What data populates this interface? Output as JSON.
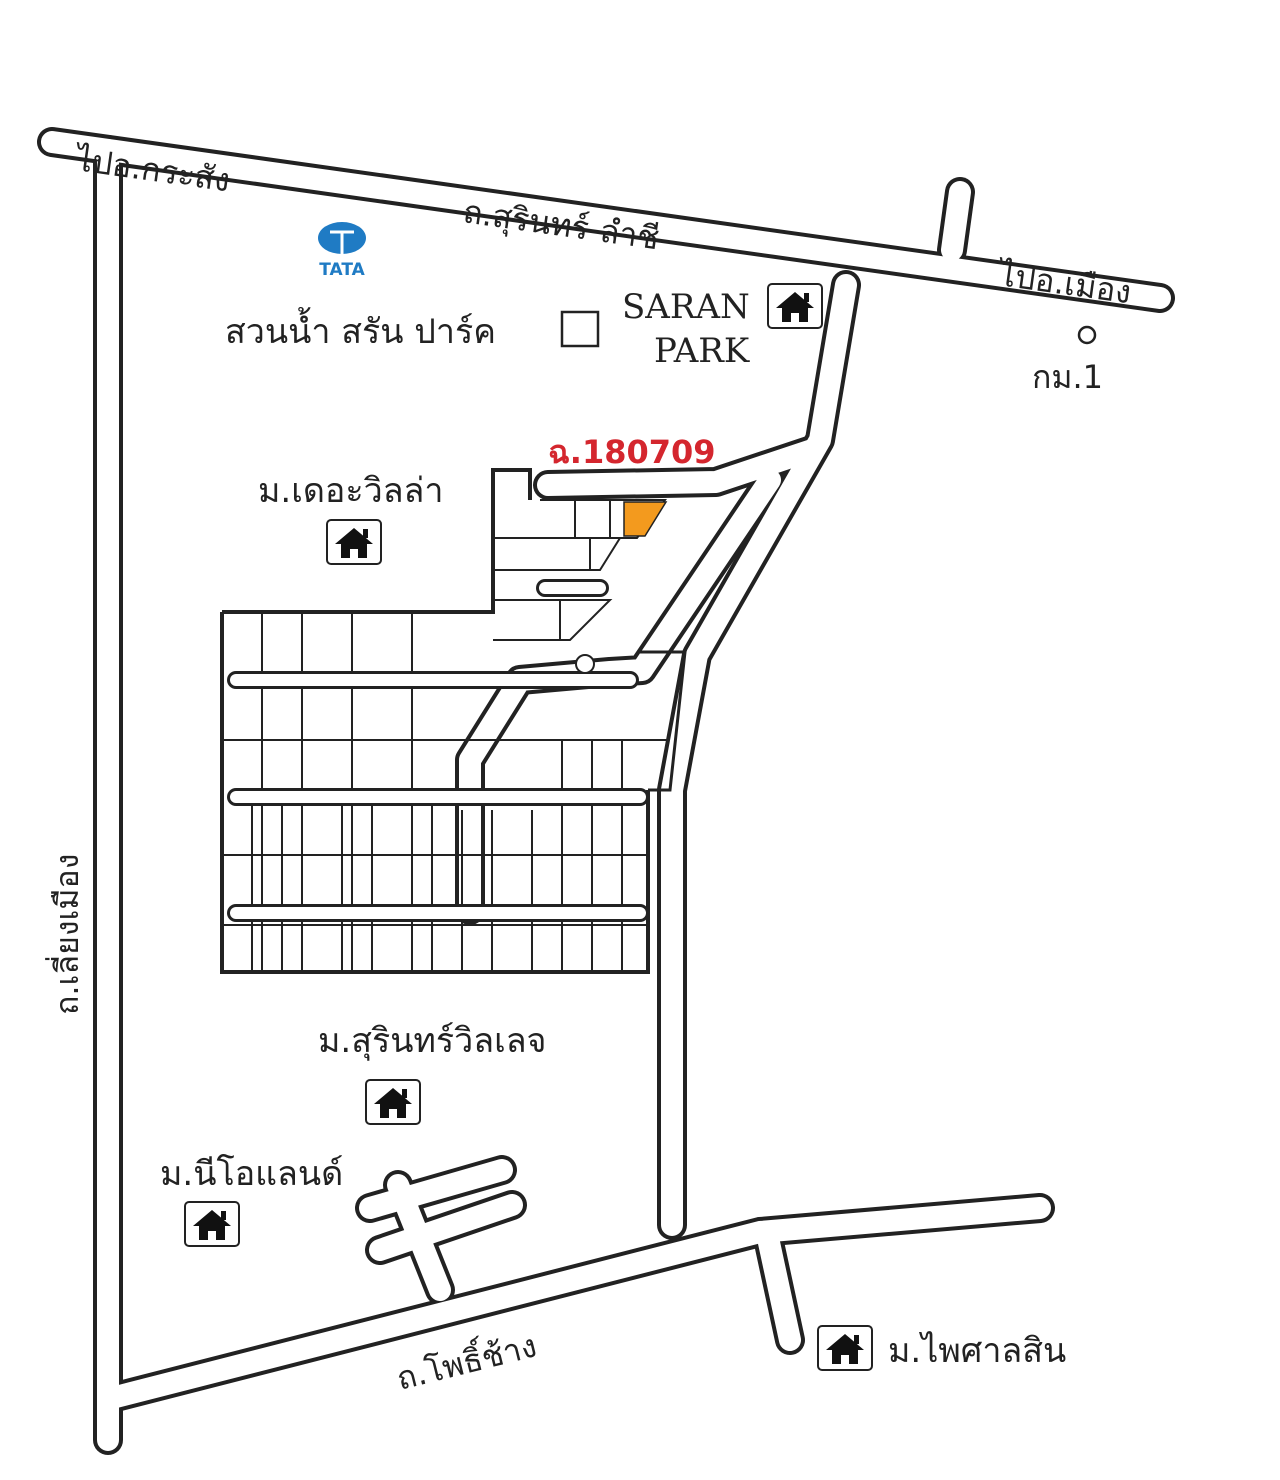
{
  "map": {
    "roads": {
      "top_left_direction": "ไปอ.กระสัง",
      "top_road": "ถ.สุรินทร์-ลำชี",
      "top_right_direction": "ไปอ.เมือง",
      "left_road": "ถ.เลี่ยงเมือง",
      "bottom_road": "ถ.โพธิ์ช้าง",
      "target_road": "ฉ.180709"
    },
    "landmarks": {
      "tata_logo": "TATA",
      "water_park": "สวนน้ำ สรัน ปาร์ค",
      "saran_park_line1": "SARAN",
      "saran_park_line2": "PARK",
      "km_marker": "กม.1",
      "village_the_villa": "ม.เดอะวิลล่า",
      "village_surin_village": "ม.สุรินทร์วิลเลจ",
      "village_neo_land": "ม.นีโอแลนด์",
      "village_phaisalsin": "ม.ไพศาลสิน"
    },
    "colors": {
      "target_plot": "#F39A1E",
      "target_road_label": "#D4262E",
      "tata_blue": "#1F7BC4",
      "line": "#222222"
    }
  }
}
